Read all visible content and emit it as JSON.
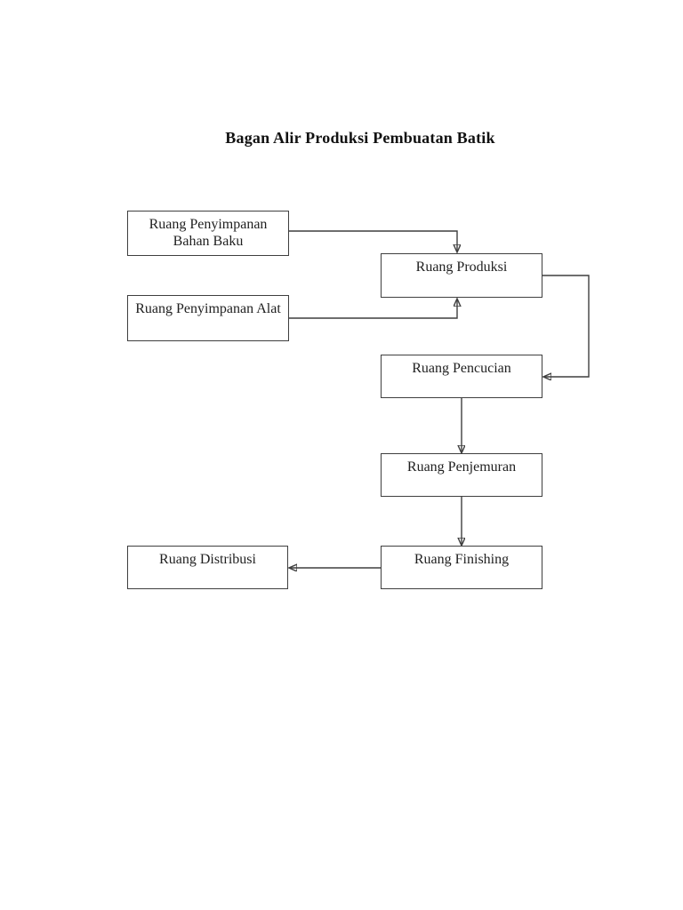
{
  "page": {
    "title": "Bagan Alir Produksi Pembuatan Batik",
    "background": "#ffffff"
  },
  "diagram": {
    "type": "flowchart",
    "line_color": "#3f3f3f",
    "box_border_color": "#3f3f3f",
    "text_color": "#1f1f1f",
    "nodes": {
      "bahan_baku": {
        "label": "Ruang Penyimpanan Bahan Baku",
        "line1": "Ruang Penyimpanan",
        "line2": "Bahan Baku"
      },
      "alat": {
        "label": "Ruang Penyimpanan Alat"
      },
      "produksi": {
        "label": "Ruang Produksi"
      },
      "pencucian": {
        "label": "Ruang Pencucian"
      },
      "penjemuran": {
        "label": "Ruang Penjemuran"
      },
      "finishing": {
        "label": "Ruang Finishing"
      },
      "distribusi": {
        "label": "Ruang Distribusi"
      }
    },
    "edges": [
      {
        "from": "Ruang Penyimpanan Bahan Baku",
        "to": "Ruang Produksi"
      },
      {
        "from": "Ruang Penyimpanan Alat",
        "to": "Ruang Produksi"
      },
      {
        "from": "Ruang Produksi",
        "to": "Ruang Pencucian"
      },
      {
        "from": "Ruang Pencucian",
        "to": "Ruang Penjemuran"
      },
      {
        "from": "Ruang Penjemuran",
        "to": "Ruang Finishing"
      },
      {
        "from": "Ruang Finishing",
        "to": "Ruang Distribusi"
      }
    ]
  }
}
